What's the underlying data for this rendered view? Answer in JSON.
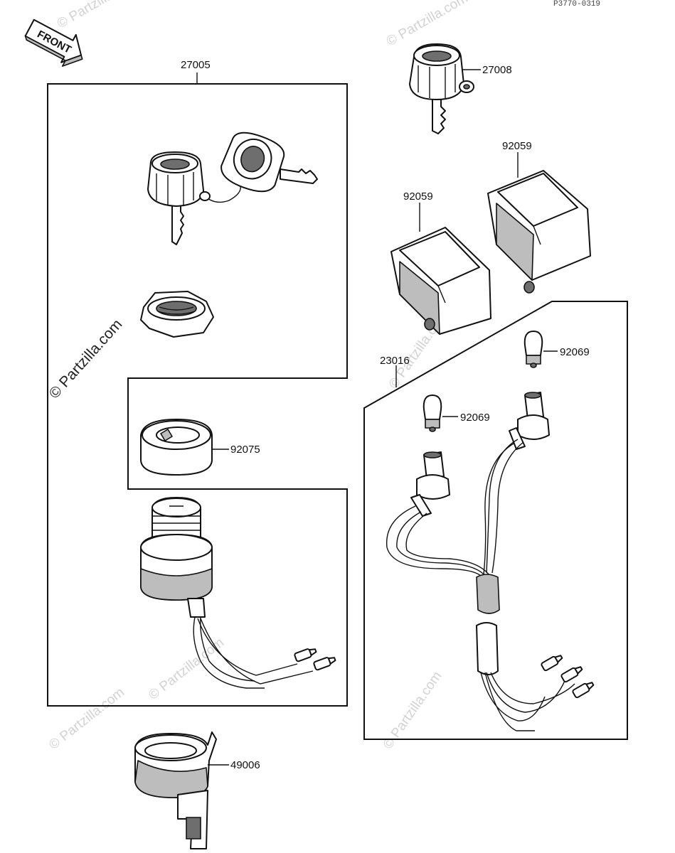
{
  "diagram_code": "P3770-0319",
  "front_label": "FRONT",
  "watermark": "© Partzilla.com",
  "callouts": {
    "ignition_switch_assy": "27005",
    "key_cap_upper": "27008",
    "cover_left": "92059",
    "cover_right": "92059",
    "harness_assy": "23016",
    "bulb_upper": "92069",
    "bulb_lower": "92069",
    "ring_spacer": "92075",
    "switch_cover": "49006"
  }
}
